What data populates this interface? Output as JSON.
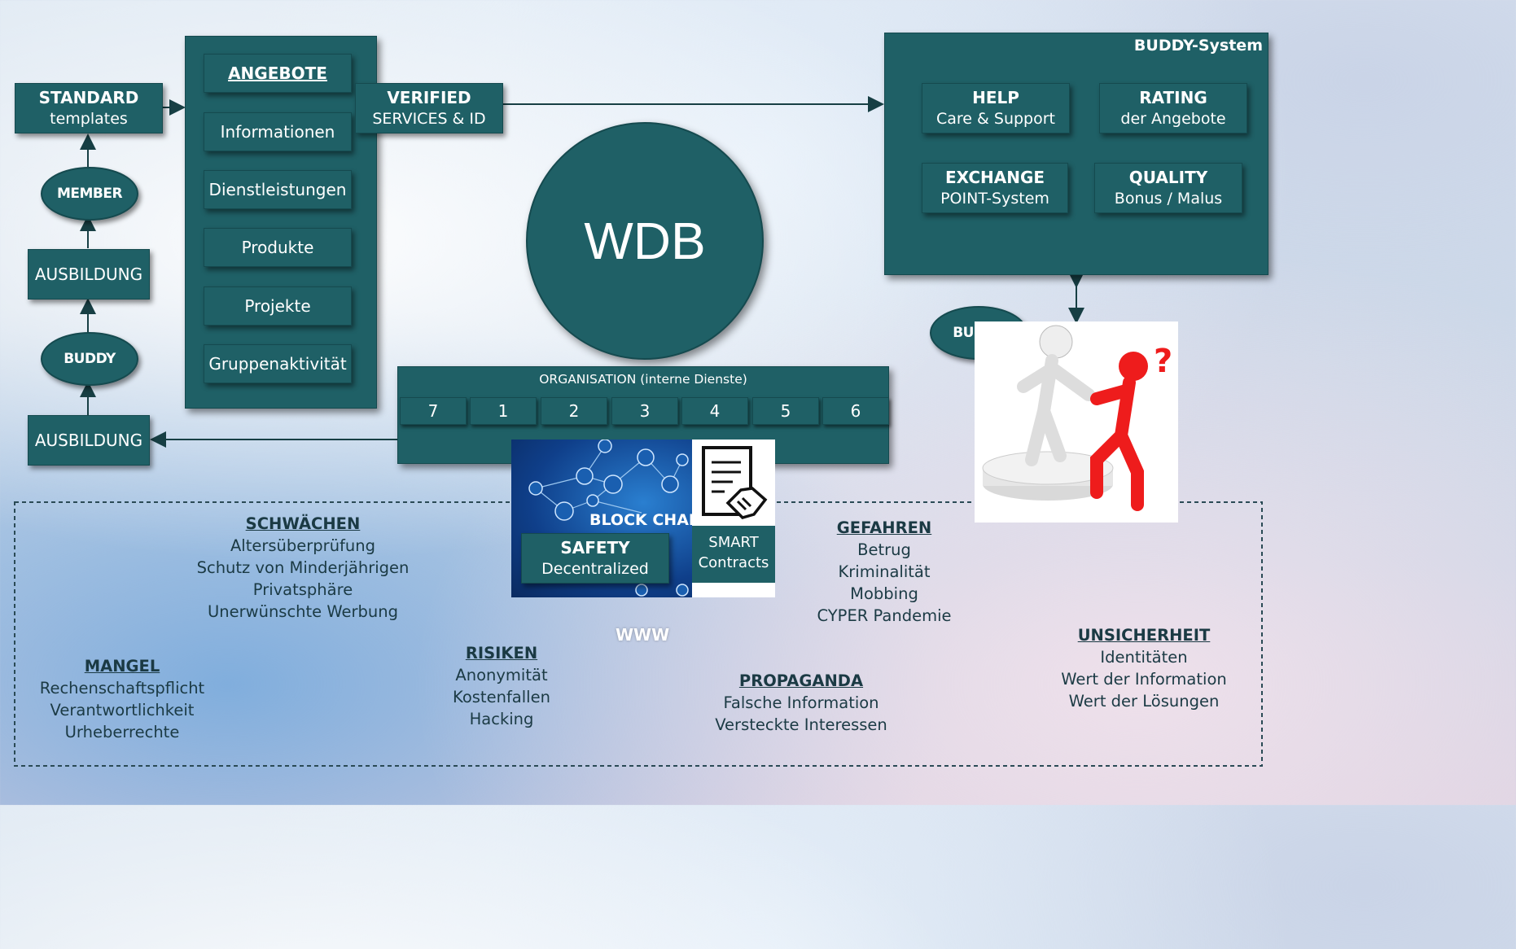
{
  "left_column": {
    "standard": {
      "title": "STANDARD",
      "subtitle": "templates"
    },
    "member": "MEMBER",
    "ausbildung_top": "AUSBILDUNG",
    "buddy": "BUDDY",
    "ausbildung_bottom": "AUSBILDUNG"
  },
  "angebote_panel": {
    "header": "ANGEBOTE",
    "items": [
      "Informationen",
      "Dienstleistungen",
      "Produkte",
      "Projekte",
      "Gruppenaktivität"
    ]
  },
  "verified": {
    "title": "VERIFIED",
    "subtitle": "SERVICES & ID"
  },
  "center": {
    "label": "WDB"
  },
  "buddy_system": {
    "title": "BUDDY-System",
    "help": {
      "title": "HELP",
      "subtitle": "Care & Support"
    },
    "rating": {
      "title": "RATING",
      "subtitle": "der Angebote"
    },
    "exchange": {
      "title": "EXCHANGE",
      "subtitle": "POINT-System"
    },
    "quality": {
      "title": "QUALITY",
      "subtitle": "Bonus / Malus"
    }
  },
  "buddy_oval_right": "BUDDY",
  "organisation": {
    "title": "ORGANISATION (interne Dienste)",
    "numbers": [
      "7",
      "1",
      "2",
      "3",
      "4",
      "5",
      "6"
    ]
  },
  "blockchain": {
    "banner": "BLOCK CHAIN",
    "safety_title": "SAFETY",
    "safety_subtitle": "Decentralized",
    "smart_line1": "SMART",
    "smart_line2": "Contracts"
  },
  "www": "WWW",
  "schwaechen": {
    "heading": "SCHWÄCHEN",
    "items": [
      "Altersüberprüfung",
      "Schutz von Minderjährigen",
      "Privatsphäre",
      "Unerwünschte Werbung"
    ]
  },
  "gefahren": {
    "heading": "GEFAHREN",
    "items": [
      "Betrug",
      "Kriminalität",
      "Mobbing",
      "CYPER Pandemie"
    ]
  },
  "mangel": {
    "heading": "MANGEL",
    "items": [
      "Rechenschaftspflicht",
      "Verantwortlichkeit",
      "Urheberrechte"
    ]
  },
  "risiken": {
    "heading": "RISIKEN",
    "items": [
      "Anonymität",
      "Kostenfallen",
      "Hacking"
    ]
  },
  "propaganda": {
    "heading": "PROPAGANDA",
    "items": [
      "Falsche Information",
      "Versteckte Interessen"
    ]
  },
  "unsicherheit": {
    "heading": "UNSICHERHEIT",
    "items": [
      "Identitäten",
      "Wert der Information",
      "Wert der Lösungen"
    ]
  },
  "colors": {
    "box": "#1f6066",
    "text_dark": "#1b3a44"
  }
}
